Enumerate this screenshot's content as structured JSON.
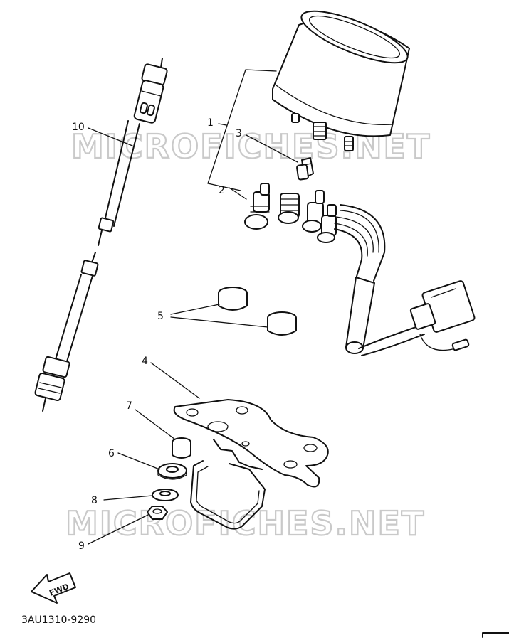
{
  "watermark": "MICROFICHES.NET",
  "drawing_code": "3AU1310-9290",
  "direction_arrow": "FWD",
  "callouts": [
    {
      "id": "c1",
      "label": "1"
    },
    {
      "id": "c2",
      "label": "2"
    },
    {
      "id": "c3",
      "label": "3"
    },
    {
      "id": "c4",
      "label": "4"
    },
    {
      "id": "c5",
      "label": "5"
    },
    {
      "id": "c6",
      "label": "6"
    },
    {
      "id": "c7",
      "label": "7"
    },
    {
      "id": "c8",
      "label": "8"
    },
    {
      "id": "c9",
      "label": "9"
    },
    {
      "id": "c10",
      "label": "10"
    }
  ]
}
